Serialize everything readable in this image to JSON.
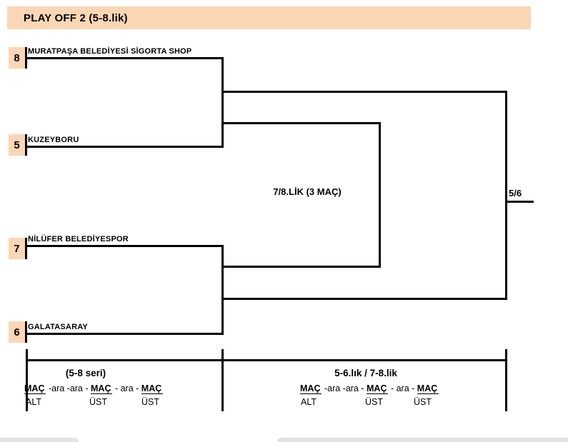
{
  "header": {
    "title": "PLAY OFF 2 (5-8.lik)"
  },
  "colors": {
    "accent_fill": "#FBD6B5",
    "line_color": "#000000",
    "tab_fill": "#E3E3E3"
  },
  "bracket": {
    "teams": [
      {
        "seed": "8",
        "name": "MURATPAŞA BELEDİYESİ SİGORTA SHOP"
      },
      {
        "seed": "5",
        "name": "KUZEYBORU"
      },
      {
        "seed": "7",
        "name": "NİLÜFER BELEDİYESPOR"
      },
      {
        "seed": "6",
        "name": "GALATASARAY"
      }
    ],
    "consolation_label": "7/8.LİK (3 MAÇ)",
    "final_label": "5/6"
  },
  "schedule_left": {
    "title": "(5-8 seri)",
    "series": {
      "mac1": "MAÇ",
      "sep1": "-ara -ara -",
      "mac2": "MAÇ",
      "sep2": "- ara -",
      "mac3": "MAÇ"
    },
    "positions": [
      "ALT",
      "ÜST",
      "ÜST"
    ]
  },
  "schedule_right": {
    "title": "5-6.lık / 7-8.lik",
    "series": {
      "mac1": "MAÇ",
      "sep1": "-ara -ara -",
      "mac2": "MAÇ",
      "sep2": "- ara -",
      "mac3": "MAÇ"
    },
    "positions": [
      "ALT",
      "ÜST",
      "ÜST"
    ]
  }
}
